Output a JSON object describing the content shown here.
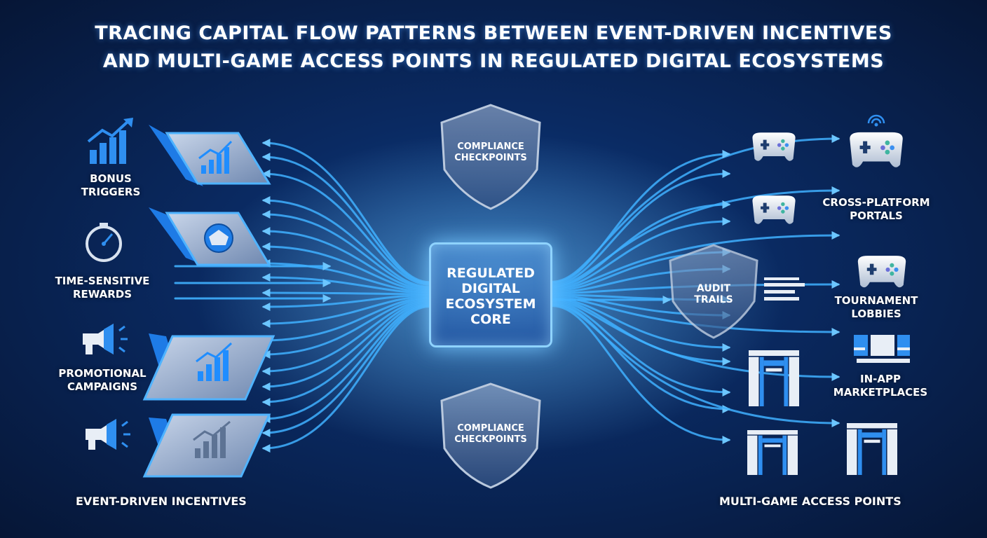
{
  "title": {
    "line1": "TRACING CAPITAL FLOW PATTERNS BETWEEN EVENT-DRIVEN INCENTIVES",
    "line2": "AND MULTI-GAME ACCESS POINTS IN REGULATED DIGITAL ECOSYSTEMS"
  },
  "core": {
    "line1": "REGULATED",
    "line2": "DIGITAL",
    "line3": "ECOSYSTEM",
    "line4": "CORE"
  },
  "compliance_top": {
    "line1": "COMPLIANCE",
    "line2": "CHECKPOINTS"
  },
  "compliance_bottom": {
    "line1": "COMPLIANCE",
    "line2": "CHECKPOINTS"
  },
  "audit": {
    "line1": "AUDIT",
    "line2": "TRAILS"
  },
  "left": {
    "items": [
      {
        "line1": "BONUS",
        "line2": "TRIGGERS",
        "icon": "bar-chart-arrow-icon"
      },
      {
        "line1": "TIME-SENSITIVE",
        "line2": "REWARDS",
        "icon": "stopwatch-icon"
      },
      {
        "line1": "PROMOTIONAL",
        "line2": "CAMPAIGNS",
        "icon": "megaphone-icon"
      },
      {
        "line1": "",
        "line2": "",
        "icon": "megaphone-icon"
      }
    ],
    "footer": "EVENT-DRIVEN INCENTIVES"
  },
  "right": {
    "items": [
      {
        "line1": "CROSS-PLATFORM",
        "line2": "PORTALS",
        "icon": "gamepad-wifi-icon"
      },
      {
        "line1": "TOURNAMENT",
        "line2": "LOBBIES",
        "icon": "gamepad-icon"
      },
      {
        "line1": "IN-APP",
        "line2": "MARKETPLACES",
        "icon": "marketplace-icon"
      }
    ],
    "footer": "MULTI-GAME ACCESS POINTS"
  },
  "colors": {
    "background": "#0a2a62",
    "flow": "#3fb0ff",
    "flow_glow": "#8fd8ff",
    "accent": "#2f8ff0",
    "icon_light": "#e8eef6"
  }
}
